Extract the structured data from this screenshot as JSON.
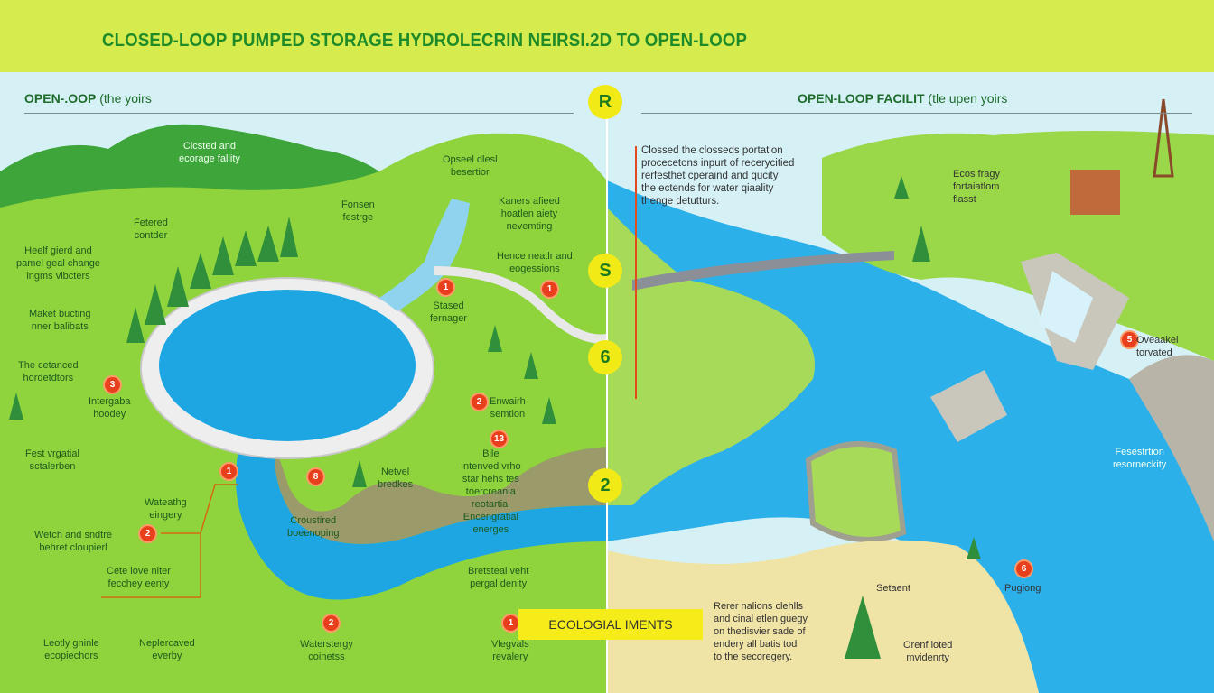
{
  "header": {
    "title": "CLOSED-LOOP PUMPED STORAGE HYDROLECRIN NEIRSI.2D TO OPEN-LOOP"
  },
  "left_panel": {
    "heading_bold": "OPEN-.OOP",
    "heading_rest": " (the yoirs",
    "labels": {
      "facility": "Clcsted and\necorage fallity",
      "fetered": "Fetered\ncontder",
      "heelf": "Heelf gierd and\npamel geal change\ningms vibcters",
      "maket": "Maket bucting\nnner balibats",
      "cetanced": "The cetanced\nhordetdtors",
      "intergaba": "Intergaba\nhoodey",
      "fest": "Fest vrgatial\nsctalerben",
      "wateathg": "Wateathg\neingery",
      "wetch": "Wetch and sndtre\nbehret cloupierl",
      "cete": "Cete love niter\nfecchey eenty",
      "leotly": "Leotly gninle\necopiechors",
      "neplercaved": "Neplercaved\neverby",
      "opseel": "Opseel dlesl\nbesertior",
      "fonsen": "Fonsen\nfestrge",
      "kaners": "Kaners afieed\nhoatlen aiety\nnevemting",
      "hence": "Hence neatlr and\neogessions",
      "stased": "Stased\nfernager",
      "enwairh": "Enwairh\nsemtion",
      "bile": "Bile\nIntenved vrho\nstar hehs tes\ntoercreania\nreotartial\nEncengratial\nenerges",
      "netvel": "Netvel\nbredkes",
      "croustired": "Croustired\nboeenoping",
      "bretsteal": "Bretsteal veht\npergal denity",
      "waterstergy": "Waterstergy\ncoinetss",
      "vlegvals": "Vlegvals\nrevalery"
    },
    "badges": {
      "b_intergaba": "3",
      "b_wateathg": "1",
      "b_wetch": "2",
      "b_stased": "1",
      "b_hence": "1",
      "b_enwairh": "2",
      "b_bile": "13",
      "b_netvel": "8",
      "b_waterstergy": "2",
      "b_vlegvals": "1"
    },
    "callout": "ECOLOGIAL IMENTS"
  },
  "center_steps": [
    "R",
    "S",
    "6",
    "2"
  ],
  "right_panel": {
    "heading_bold": "OPEN-LOOP FACILIT",
    "heading_rest": " (tle upen yoirs",
    "labels": {
      "intro": "Clossed the closseds portation\nprocecetons inpurt of recerycitied\nrerfesthet cperaind and qucity\nthe ectends for water qiaality\nthenge detutturs.",
      "ecos": "Ecos fragy\nfortaiatlom\nflasst",
      "oveaakel": "Oveaakel\ntorvated",
      "fesestrtion": "Fesestrtion\nresorneckity",
      "setaent": "Setaent",
      "pugiong": "Pugiong",
      "rerer": "Rerer nalions clehlls\nand cinal etlen guegy\non thedisvier sade of\nendery all batis tod\nto the secoregery.",
      "orenf": "Orenf loted\nmvidenrty"
    },
    "badges": {
      "b_oveaakel": "5",
      "b_pugiong": "6"
    }
  },
  "colors": {
    "title_green": "#1f8a28",
    "band": "#d6ec4e",
    "grass": "#8fd43c",
    "water": "#1ea6e2",
    "badge": "#e8401c",
    "step": "#f1ea16"
  }
}
